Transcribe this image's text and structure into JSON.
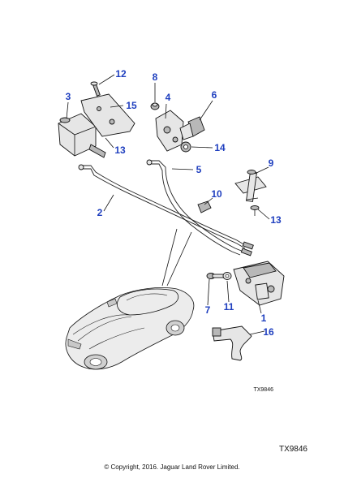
{
  "callouts": [
    {
      "id": "12",
      "label": "12"
    },
    {
      "id": "8",
      "label": "8"
    },
    {
      "id": "3",
      "label": "3"
    },
    {
      "id": "4",
      "label": "4"
    },
    {
      "id": "6",
      "label": "6"
    },
    {
      "id": "15",
      "label": "15"
    },
    {
      "id": "13a",
      "label": "13"
    },
    {
      "id": "14",
      "label": "14"
    },
    {
      "id": "5",
      "label": "5"
    },
    {
      "id": "9",
      "label": "9"
    },
    {
      "id": "10",
      "label": "10"
    },
    {
      "id": "2",
      "label": "2"
    },
    {
      "id": "13b",
      "label": "13"
    },
    {
      "id": "7",
      "label": "7"
    },
    {
      "id": "11",
      "label": "11"
    },
    {
      "id": "1",
      "label": "1"
    },
    {
      "id": "16",
      "label": "16"
    }
  ],
  "diagram_code_small": "TX9846",
  "diagram_code_large": "TX9846",
  "copyright": "© Copyright, 2016. Jaguar Land Rover Limited."
}
